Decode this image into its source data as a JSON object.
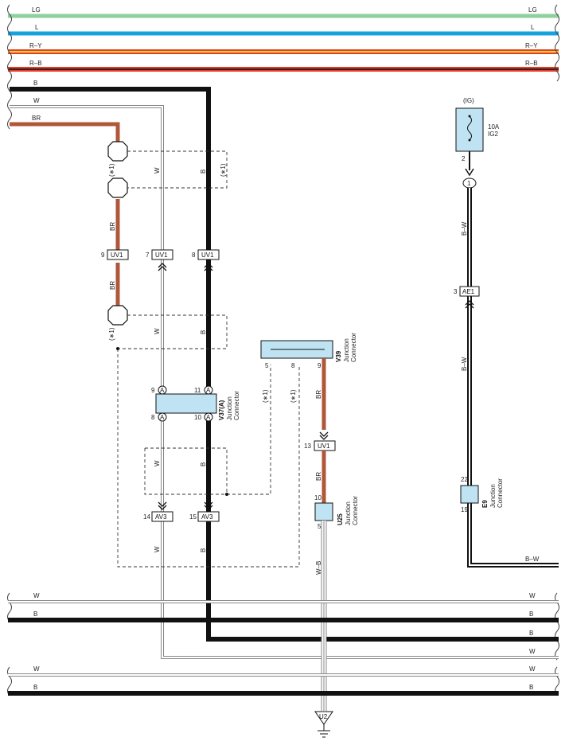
{
  "buses_top": [
    {
      "label": "LG",
      "color": "#8fd19e"
    },
    {
      "label": "L",
      "color": "#16a3dd"
    },
    {
      "label": "R–Y",
      "color": "#e23c2c"
    },
    {
      "label": "R–B",
      "color": "#e23c2c"
    }
  ],
  "wire_labels": {
    "B": "B",
    "W": "W",
    "BR": "BR",
    "BW": "B–W",
    "WB": "W–B"
  },
  "note": "(∗1)",
  "uv1": "UV1",
  "av3": "AV3",
  "ae1": "AE1",
  "pins": {
    "uv1_9": "9",
    "uv1_7": "7",
    "uv1_8": "8",
    "uv1_13": "13",
    "av3_14": "14",
    "av3_15": "15",
    "v37_9": "9",
    "v37_11": "11",
    "v37_8": "8",
    "v37_10": "10",
    "v39_5": "5",
    "v39_8": "8",
    "v39_9": "9",
    "u25_10": "10",
    "u25_5": "5",
    "fuse_2": "2",
    "ae1_3": "3",
    "e9_22": "22",
    "e9_19": "19",
    "ring_1": "1"
  },
  "pin_letter": "A",
  "v37": {
    "code": "V37(A)",
    "line1": "Junction",
    "line2": "Connector"
  },
  "v39": {
    "code": "V39",
    "line1": "Junction",
    "line2": "Connector"
  },
  "u25": {
    "code": "U25",
    "line1": "Junction",
    "line2": "Connector"
  },
  "e9": {
    "code": "E9",
    "line1": "Junction",
    "line2": "Connector"
  },
  "fuse": {
    "source": "(IG)",
    "rating": "10A",
    "name": "IG2"
  },
  "ground": "U2",
  "colors": {
    "black": "#111111",
    "brown": "#b0573a",
    "white_wire": "#888888",
    "connector_fill": "#bfe3f2",
    "dash": "#333333"
  }
}
